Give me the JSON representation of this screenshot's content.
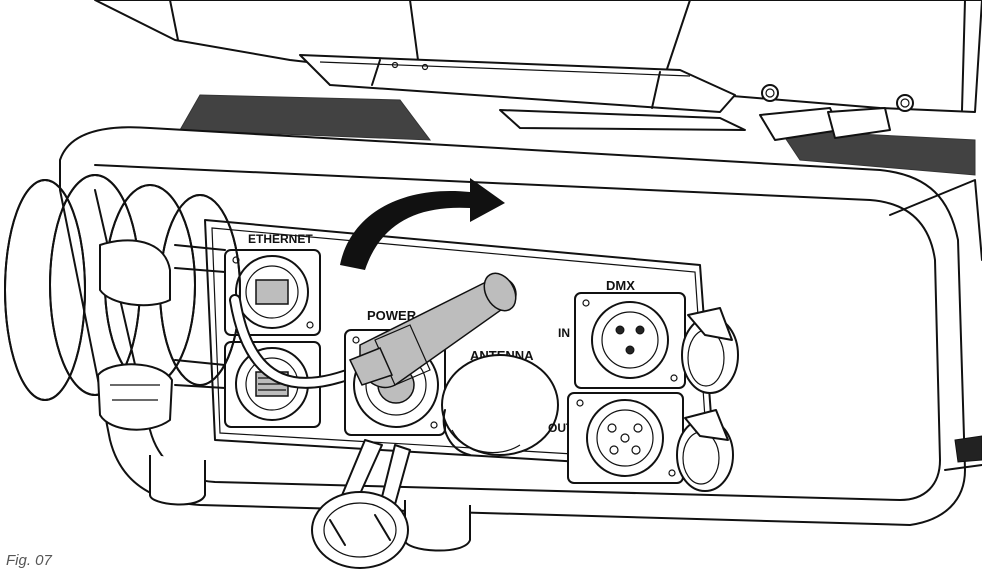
{
  "figure": {
    "caption": "Fig. 07"
  },
  "labels": {
    "ethernet": "ETHERNET",
    "power": "POWER",
    "antenna": "ANTENNA",
    "dmx": "DMX",
    "dmx_in": "IN",
    "dmx_out": "OUT"
  },
  "colors": {
    "line": "#111111",
    "fill": "#ffffff",
    "connector_grey": "#bdbdbd",
    "arrow": "#111111"
  },
  "icons": {
    "rotation_arrow": "curved-arrow-clockwise"
  }
}
